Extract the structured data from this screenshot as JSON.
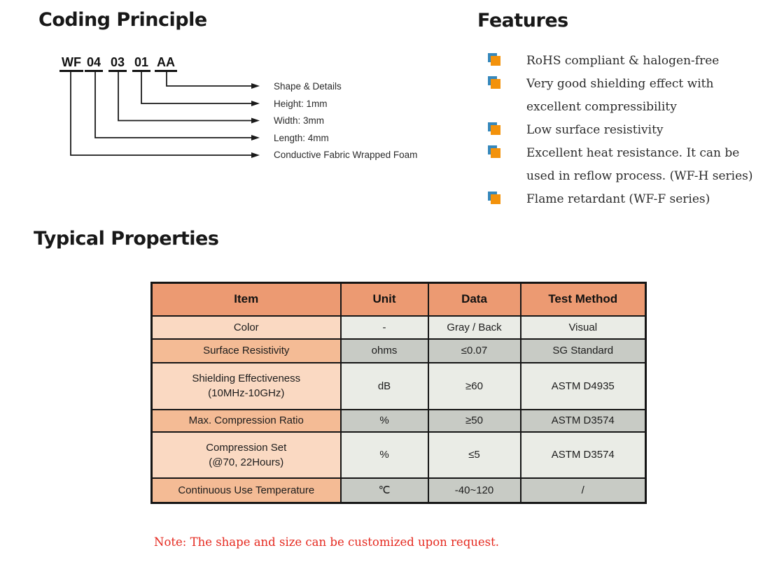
{
  "coding": {
    "title": "Coding Principle",
    "code_segments": [
      "WF",
      "04",
      "03",
      "01",
      "AA"
    ],
    "labels": [
      "Shape & Details",
      "Height: 1mm",
      "Width: 3mm",
      "Length: 4mm",
      "Conductive Fabric Wrapped Foam"
    ]
  },
  "features": {
    "title": "Features",
    "bullet_colors": {
      "front_orange": "#f3920b",
      "back_blue": "#3688bc"
    },
    "items": [
      {
        "lines": [
          "RoHS compliant & halogen-free"
        ]
      },
      {
        "lines": [
          "Very good shielding effect with",
          "excellent compressibility"
        ]
      },
      {
        "lines": [
          "Low surface resistivity"
        ]
      },
      {
        "lines": [
          "Excellent heat resistance. It can be",
          "used in reflow process. (WF-H series)"
        ]
      },
      {
        "lines": [
          "Flame retardant (WF-F series)"
        ]
      }
    ]
  },
  "properties": {
    "title": "Typical Properties",
    "table": {
      "headers": [
        "Item",
        "Unit",
        "Data",
        "Test Method"
      ],
      "colors": {
        "header_bg": "#ec9a72",
        "light_item_bg": "#fad9c2",
        "light_cell_bg": "#eaece6",
        "dark_item_bg": "#f4bb95",
        "dark_cell_bg": "#c8cbc5",
        "border": "#151515"
      },
      "rows": [
        {
          "item": "Color",
          "unit": "-",
          "data": "Gray / Back",
          "method": "Visual"
        },
        {
          "item": "Surface Resistivity",
          "unit": "ohms",
          "data": "≤0.07",
          "method": "SG Standard"
        },
        {
          "item": "Shielding Effectiveness",
          "item2": "(10MHz-10GHz)",
          "unit": "dB",
          "data": "≥60",
          "method": "ASTM D4935"
        },
        {
          "item": "Max. Compression Ratio",
          "unit": "%",
          "data": "≥50",
          "method": "ASTM D3574"
        },
        {
          "item": "Compression Set",
          "item2": "(@70, 22Hours)",
          "unit": "%",
          "data": "≤5",
          "method": "ASTM D3574"
        },
        {
          "item": "Continuous Use Temperature",
          "unit": "℃",
          "data": "-40~120",
          "method": "/"
        }
      ]
    },
    "note": "Note: The shape and size can be customized upon request.",
    "note_color": "#e5291f"
  }
}
